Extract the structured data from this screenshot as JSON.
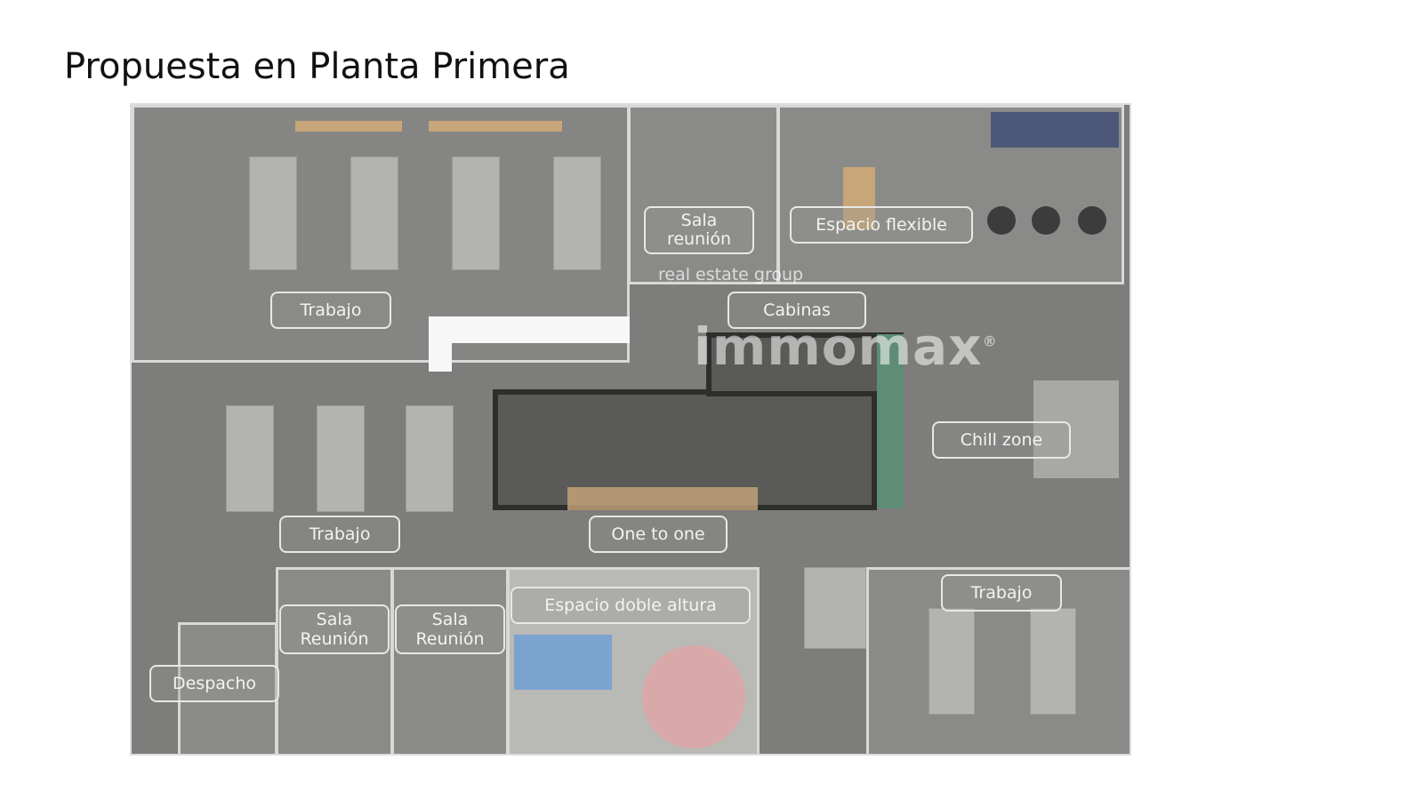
{
  "title": "Propuesta en Planta Primera",
  "watermark": {
    "brand": "immomax",
    "symbol": "®",
    "tagline": "real estate group"
  },
  "labels": {
    "trabajo_1": "Trabajo",
    "sala_reunion_top": "Sala\nreunión",
    "espacio_flexible": "Espacio flexible",
    "cabinas": "Cabinas",
    "chill_zone": "Chill zone",
    "trabajo_2": "Trabajo",
    "one_to_one": "One to one",
    "trabajo_3": "Trabajo",
    "sala_reunion_1": "Sala\nReunión",
    "sala_reunion_2": "Sala\nReunión",
    "espacio_doble_altura": "Espacio doble altura",
    "despacho": "Despacho"
  },
  "colors": {
    "floor": "#7d7d7b",
    "label_border": "#e8e8e6",
    "sofa": "#5f8c75",
    "wood": "#c7a679"
  }
}
